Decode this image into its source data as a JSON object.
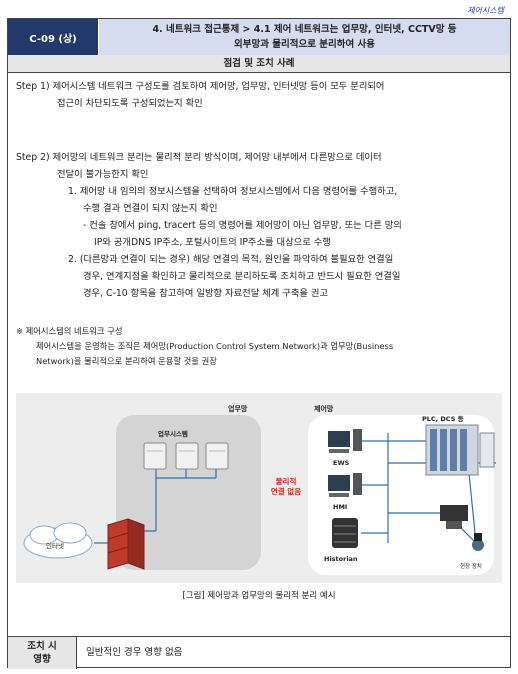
{
  "category": "제어시스템",
  "header": {
    "code": "C-09 (상)",
    "title_line1": "4. 네트워크 접근통제 > 4.1 제어 네트워크는 업무망, 인터넷, CCTV망 등",
    "title_line2": "외부망과 물리적으로 분리하여 사용",
    "section": "점검 및 조치 사례"
  },
  "steps": {
    "s1_a": "Step 1) 제어시스템 네트워크 구성도를 검토하여 제어망, 업무망, 인터넷망 등이 모두 분리되어",
    "s1_b": "접근이 차단되도록 구성되었는지 확인",
    "s2_a": "Step 2) 제어망의 네트워크 분리는 물리적 분리 방식이며, 제어망 내부에서 다른망으로 데이터",
    "s2_b": "전달이 불가능한지 확인",
    "i1_a": "1. 제어망 내 임의의 정보시스템을 선택하여 정보시스템에서 다음 명령어를 수행하고,",
    "i1_b": "수행 결과 연결이 되지 않는지 확인",
    "d1_a": "- 컨솔 창에서 ping, tracert 등의 명령어를 제어망이 아닌 업무망, 또는 다른 망의",
    "d1_b": "IP와 공개DNS IP주소, 포털사이트의 IP주소를 대상으로 수행",
    "i2_a": "2. (다른망과 연결이 되는 경우) 해당 연결의 목적, 원인을 파악하여 불필요한 연결일",
    "i2_b": "경우, 연계지점을 확인하고 물리적으로 분리하도록 조치하고 반드시 필요한 연결일",
    "i2_c": "경우, C-10 항목을 참고하여 일방향 자료전달 체계 구축을 권고"
  },
  "note": {
    "title": "※ 제어시스템의 네트워크 구성",
    "line1": "제어시스템을 운영하는 조직은 제어망(Production Control System Network)과 업무망(Business",
    "line2": "Network)을 물리적으로 분리하여 운용할 것을 권장"
  },
  "diagram": {
    "business_zone": "업무망",
    "control_zone": "제어망",
    "business_systems": "업무시스템",
    "plc_dcs": "PLC, DCS 등",
    "separation_1": "물리적",
    "separation_2": "연결 없음",
    "ews": "EWS",
    "hmi": "HMI",
    "historian": "Historian",
    "internet": "인터넷",
    "field_device": "현장 장치"
  },
  "caption": "[그림] 제어망과 업무망의 물리적 분리 예시",
  "footer": {
    "label": "조치 시\n영향",
    "text": "일반적인 경우 영향 없음"
  },
  "colors": {
    "code_bg": "#23386b",
    "title_bg": "#d6dcef",
    "separation_text": "#e0201b",
    "link_line": "#2f6fb3"
  }
}
